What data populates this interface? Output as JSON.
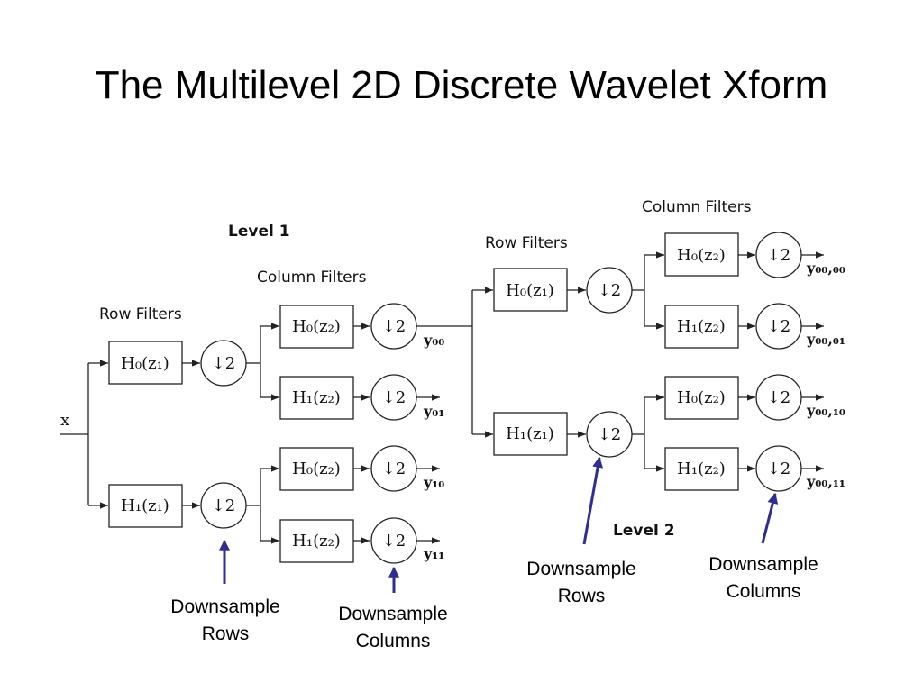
{
  "title": "The Multilevel 2D Discrete Wavelet Xform",
  "labels": {
    "level1": "Level 1",
    "level2": "Level 2",
    "row_filters": "Row Filters",
    "column_filters": "Column Filters",
    "input": "x"
  },
  "filters": {
    "h0_z1": "H₀(z₁)",
    "h1_z1": "H₁(z₁)",
    "h0_z2": "H₀(z₂)",
    "h1_z2": "H₁(z₂)"
  },
  "downsample_symbol": "↓2",
  "outputs": {
    "y00": "y₀₀",
    "y01": "y₀₁",
    "y10": "y₁₀",
    "y11": "y₁₁",
    "y00_00": "y₀₀,₀₀",
    "y00_01": "y₀₀,₀₁",
    "y00_10": "y₀₀,₁₀",
    "y00_11": "y₀₀,₁₁"
  },
  "annotations": {
    "downsample": "Downsample",
    "rows": "Rows",
    "columns": "Columns"
  },
  "colors": {
    "arrow_blue": "#2e2e8f"
  }
}
